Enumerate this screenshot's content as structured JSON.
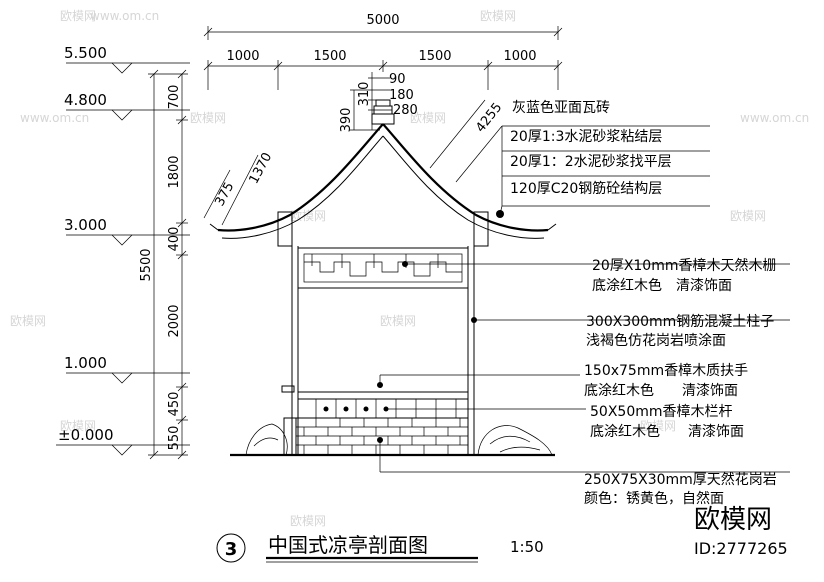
{
  "drawing": {
    "title": "中国式凉亭剖面图",
    "number": "3",
    "scale": "1:50"
  },
  "dimensions": {
    "top_total": "5000",
    "top_segments": [
      "1000",
      "1500",
      "1500",
      "1000"
    ],
    "ridge_detail": [
      "90",
      "180",
      "280",
      "310",
      "390"
    ],
    "roof_slope": "4255",
    "eave_a": "375",
    "eave_b": "1370",
    "left_vertical": [
      "700",
      "1800",
      "400",
      "2000",
      "450",
      "550"
    ],
    "left_total": "5500"
  },
  "elevations": [
    "5.500",
    "4.800",
    "3.000",
    "1.000",
    "±0.000"
  ],
  "annotations": {
    "roof_layers": [
      "灰蓝色亚面瓦砖",
      "20厚1:3水泥砂浆粘结层",
      "20厚1：2水泥砂浆找平层",
      "120厚C20钢筋砼结构层"
    ],
    "lattice": [
      "20厚X10mm香樟木天然木栅",
      "底涂红木色　清漆饰面"
    ],
    "column": [
      "300X300mm钢筋混凝土柱子",
      "浅褐色仿花岗岩喷涂面"
    ],
    "handrail": [
      "150x75mm香樟木质扶手",
      "底涂红木色　　清漆饰面"
    ],
    "baluster": [
      "50X50mm香樟木栏杆",
      "底涂红木色　　清漆饰面"
    ],
    "paving": [
      "250X75X30mm厚天然花岗岩",
      "颜色：锈黄色，自然面"
    ]
  },
  "watermark": {
    "logo_text": "欧模网",
    "small_url": "www.om.cn",
    "brand": "欧模网",
    "id": "ID:2777265"
  }
}
